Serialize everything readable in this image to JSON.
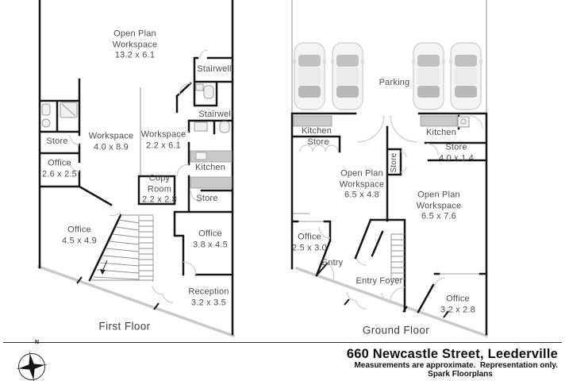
{
  "first_floor": {
    "title": "First Floor",
    "rooms": {
      "open_plan": {
        "name": "Open Plan Workspace",
        "dims": "13.2 x 6.1"
      },
      "stairwell_upper": {
        "name": "Stairwell"
      },
      "stairwell_lower": {
        "name": "Stairwell"
      },
      "workspace_main": {
        "name": "Workspace",
        "dims": "4.0 x 8.9"
      },
      "workspace_small": {
        "name": "Workspace",
        "dims": "2.2 x 6.1"
      },
      "store_west": {
        "name": "Store"
      },
      "office_nw": {
        "name": "Office",
        "dims": "2.6 x 2.5"
      },
      "kitchen": {
        "name": "Kitchen"
      },
      "copy_room": {
        "name": "Copy Room",
        "dims": "2.2 x 2.8"
      },
      "store_east": {
        "name": "Store"
      },
      "office_sw": {
        "name": "Office",
        "dims": "4.5 x 4.9"
      },
      "office_se": {
        "name": "Office",
        "dims": "3.8 x 4.5"
      },
      "reception": {
        "name": "Reception",
        "dims": "3.2 x 3.5"
      }
    }
  },
  "ground_floor": {
    "title": "Ground Floor",
    "rooms": {
      "parking": {
        "name": "Parking"
      },
      "kitchen_west": {
        "name": "Kitchen"
      },
      "store_west": {
        "name": "Store"
      },
      "kitchen_east": {
        "name": "Kitchen"
      },
      "store_east": {
        "name": "Store",
        "dims": "4.0 x 1.4"
      },
      "store_mid": {
        "name": "Store"
      },
      "open_plan_west": {
        "name": "Open Plan Workspace",
        "dims": "6.5 x 4.8"
      },
      "open_plan_east": {
        "name": "Open Plan Workspace",
        "dims": "6.5 x 7.6"
      },
      "office_west": {
        "name": "Office",
        "dims": "2.5 x 3.0"
      },
      "entry": {
        "name": "Entry"
      },
      "entry_foyer": {
        "name": "Entry Foyer"
      },
      "office_south": {
        "name": "Office",
        "dims": "3.2 x 2.8"
      }
    }
  },
  "footer": {
    "address": "660 Newcastle Street, Leederville",
    "disclaimer": "Measurements are approximate.  Representation only.",
    "credit": "Spark Floorplans",
    "compass": "N"
  }
}
